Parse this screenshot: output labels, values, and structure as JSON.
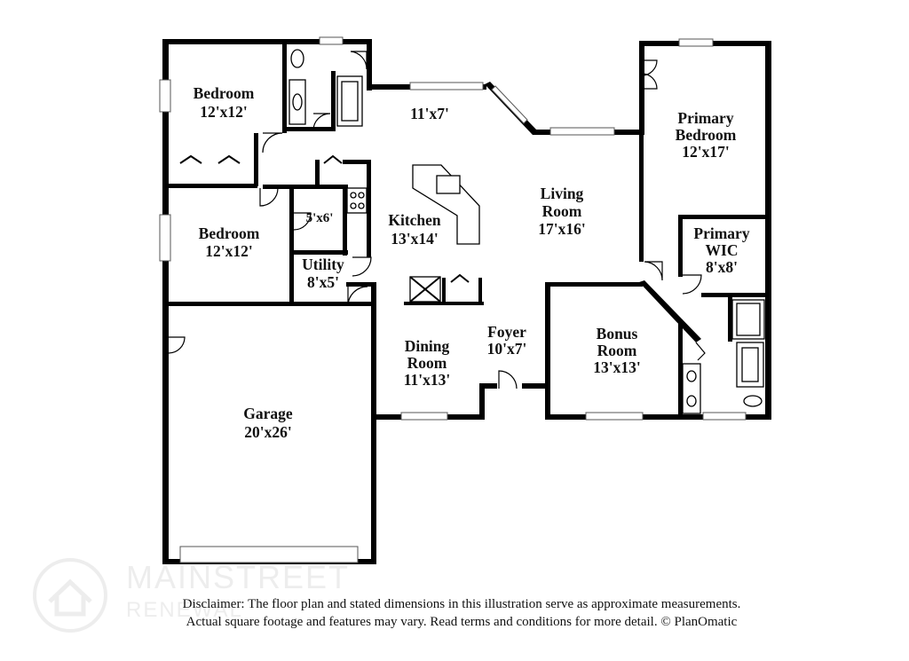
{
  "rooms": [
    {
      "id": "bedroom-1",
      "name": "Bedroom",
      "dim": "12'x12'"
    },
    {
      "id": "bedroom-2",
      "name": "Bedroom",
      "dim": "12'x12'"
    },
    {
      "id": "nook",
      "name": "",
      "dim": "11'x7'"
    },
    {
      "id": "closet",
      "name": "",
      "dim": "5'x6'"
    },
    {
      "id": "kitchen",
      "name": "Kitchen",
      "dim": "13'x14'"
    },
    {
      "id": "living",
      "name_line1": "Living",
      "name_line2": "Room",
      "dim": "17'x16'"
    },
    {
      "id": "primary-bedroom",
      "name_line1": "Primary",
      "name_line2": "Bedroom",
      "dim": "12'x17'"
    },
    {
      "id": "primary-wic",
      "name_line1": "Primary",
      "name_line2": "WIC",
      "dim": "8'x8'"
    },
    {
      "id": "utility",
      "name": "Utility",
      "dim": "8'x5'"
    },
    {
      "id": "foyer",
      "name": "Foyer",
      "dim": "10'x7'"
    },
    {
      "id": "dining",
      "name_line1": "Dining",
      "name_line2": "Room",
      "dim": "11'x13'"
    },
    {
      "id": "bonus",
      "name_line1": "Bonus",
      "name_line2": "Room",
      "dim": "13'x13'"
    },
    {
      "id": "garage",
      "name": "Garage",
      "dim": "20'x26'"
    }
  ],
  "disclaimer": {
    "line1": "Disclaimer: The floor plan and stated dimensions in this illustration serve as approximate measurements.",
    "line2": "Actual square footage and features may vary. Read terms and conditions for more detail. © PlanOmatic"
  },
  "watermark": {
    "brand": "MAINSTREET",
    "sub": "RENEWAL"
  },
  "colors": {
    "wall": "#000000",
    "background": "#ffffff",
    "watermark": "#7a7a7a"
  },
  "icons": {
    "watermark_logo": "house-circle-icon"
  }
}
